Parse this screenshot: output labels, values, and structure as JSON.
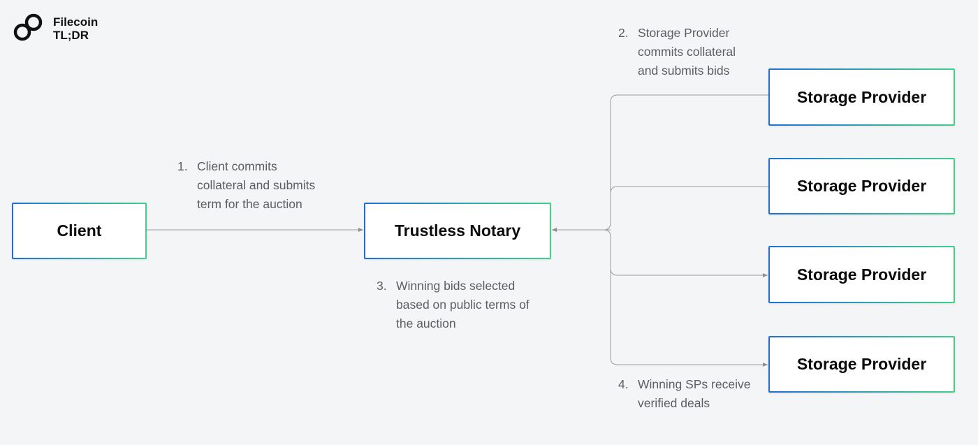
{
  "brand": {
    "name_line1": "Filecoin",
    "name_line2": "TL;DR",
    "icon": "filecoin-logo-icon"
  },
  "nodes": {
    "client": "Client",
    "notary": "Trustless Notary",
    "providers": [
      "Storage Provider",
      "Storage Provider",
      "Storage Provider",
      "Storage Provider"
    ]
  },
  "notes": [
    {
      "num": "1.",
      "text": "Client commits\ncollateral and submits\nterm for the auction"
    },
    {
      "num": "2.",
      "text": "Storage Provider\ncommits collateral\nand submits bids"
    },
    {
      "num": "3.",
      "text": "Winning bids selected\nbased on public terms of\nthe auction"
    },
    {
      "num": "4.",
      "text": "Winning SPs receive\nverified deals"
    }
  ],
  "colors": {
    "background": "#f4f5f7",
    "border_gradient_start": "#1e6fd9",
    "border_gradient_end": "#3fd18a",
    "line": "#9a9ca0",
    "note_text": "#5a5d63"
  }
}
